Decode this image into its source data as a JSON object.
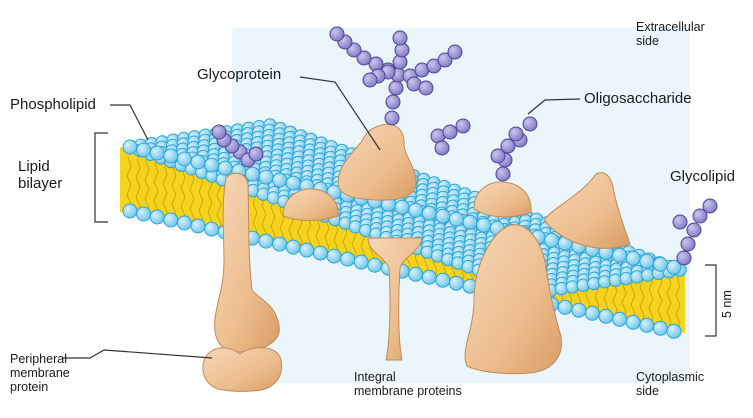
{
  "labels": {
    "extracellular": [
      "Extracellular",
      "side"
    ],
    "cytoplasmic": [
      "Cytoplasmic",
      "side"
    ],
    "glycoprotein": "Glycoprotein",
    "phospholipid": "Phospholipid",
    "lipid_bilayer": [
      "Lipid",
      "bilayer"
    ],
    "oligosaccharide": "Oligosaccharide",
    "glycolipid": "Glycolipid",
    "scale": "5 nm",
    "peripheral": [
      "Peripheral",
      "membrane",
      "protein"
    ],
    "integral": [
      "Integral",
      "membrane proteins"
    ]
  },
  "colors": {
    "head_fill": "#8fd4f2",
    "head_stroke": "#2aa6d8",
    "tail": "#f5d31e",
    "protein_fill": "#edc196",
    "protein_stroke": "#c28a57",
    "sugar_fill": "#9a95d6",
    "sugar_stroke": "#4b4596",
    "backdrop": "#eaf6fc",
    "line": "#333333"
  }
}
